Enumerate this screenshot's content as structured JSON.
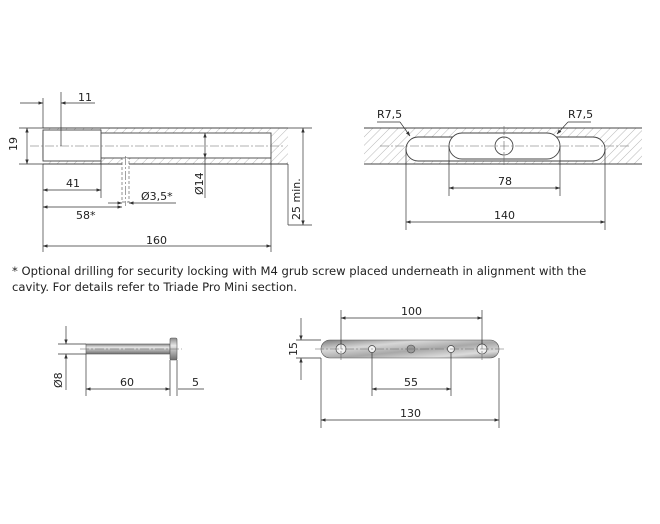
{
  "dimensions": {
    "top_left": {
      "d11": "11",
      "d19": "19",
      "d41": "41",
      "d58": "58*",
      "d3_5": "Ø3,5*",
      "d14": "Ø14",
      "d25": "25 min.",
      "d160": "160"
    },
    "top_right": {
      "r_left": "R7,5",
      "r_right": "R7,5",
      "d78": "78",
      "d140": "140"
    },
    "bottom_left": {
      "d8": "Ø8",
      "d60": "60",
      "d5": "5"
    },
    "bottom_right": {
      "d100": "100",
      "d15": "15",
      "d55": "55",
      "d130": "130"
    }
  },
  "note": {
    "line1": "* Optional drilling for security locking with M4 grub screw placed underneath in alignment with the",
    "line2": "cavity. For details refer to Triade Pro Mini section."
  }
}
